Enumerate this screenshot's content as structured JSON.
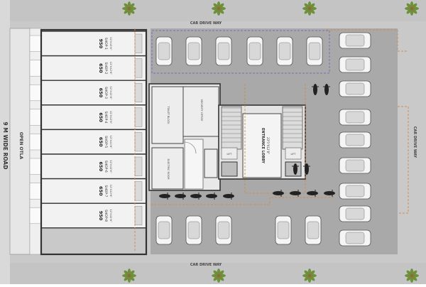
{
  "plan": {
    "road_label": "9 M WIDE ROAD",
    "open_otla_label": "OPEN OTLA",
    "drive_way_top": "CAR DRIVE WAY",
    "drive_way_bottom": "CAR DRIVE WAY",
    "drive_way_right": "CAR DRIVE WAY",
    "entrance_lobby": "ENTRANCE LOBBY",
    "lobby_size": "23'5\"X12'0\"",
    "office_label": "SECURITY OFFICE",
    "shops": [
      {
        "name": "SHOP-1",
        "area": "950",
        "size": "12'X42'6\""
      },
      {
        "name": "SHOP-2",
        "area": "650",
        "size": "12'X42'6\""
      },
      {
        "name": "SHOP-3",
        "area": "650",
        "size": "12'X42'6\""
      },
      {
        "name": "SHOP-4",
        "area": "650",
        "size": "12'X42'6\""
      },
      {
        "name": "SHOP-5",
        "area": "650",
        "size": "12'X42'6\""
      },
      {
        "name": "SHOP-6",
        "area": "650",
        "size": "12'X42'6\""
      },
      {
        "name": "SHOP-7",
        "area": "650",
        "size": "12'X42'6\""
      },
      {
        "name": "SHOP-8",
        "area": "950",
        "size": "12'X42'6\""
      }
    ],
    "services": [
      "TOILET BLOCK",
      "ELECTRIC ROOM",
      "LIFT",
      "LIFT"
    ],
    "colors": {
      "ground": "#c9c9c9",
      "parking": "#a8a8a8",
      "shop_floor": "#f2f2f2",
      "wall": "#333333",
      "car": "#f5f5f5",
      "orange": "#d08a4e",
      "purple": "#7a6bb8",
      "tree": "#6f8f3a"
    }
  }
}
